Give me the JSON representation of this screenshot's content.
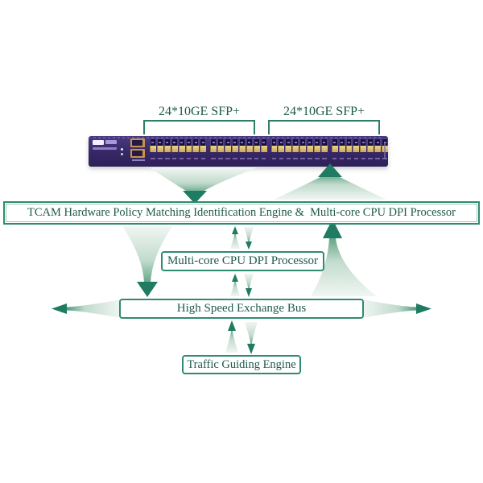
{
  "labels": {
    "left_ports": "24*10GE SFP+",
    "right_ports": "24*10GE SFP+"
  },
  "boxes": {
    "tcam": "TCAM Hardware Policy Matching Identification Engine &  Multi-core CPU DPI Processor",
    "multicore": "Multi-core CPU DPI Processor",
    "bus": "High Speed Exchange Bus",
    "traffic": "Traffic Guiding Engine"
  },
  "switch": {
    "port_groups": 4,
    "columns_per_group": 8,
    "mgmt_ports": 2
  },
  "colors": {
    "accent_green": "#2f8a72",
    "arrow_dark": "#1f7b61",
    "arrow_light": "#eef5f1",
    "text_green": "#1d5a4a",
    "device_purple": "#3b2b6d",
    "port_gold": "#dfc07a"
  }
}
